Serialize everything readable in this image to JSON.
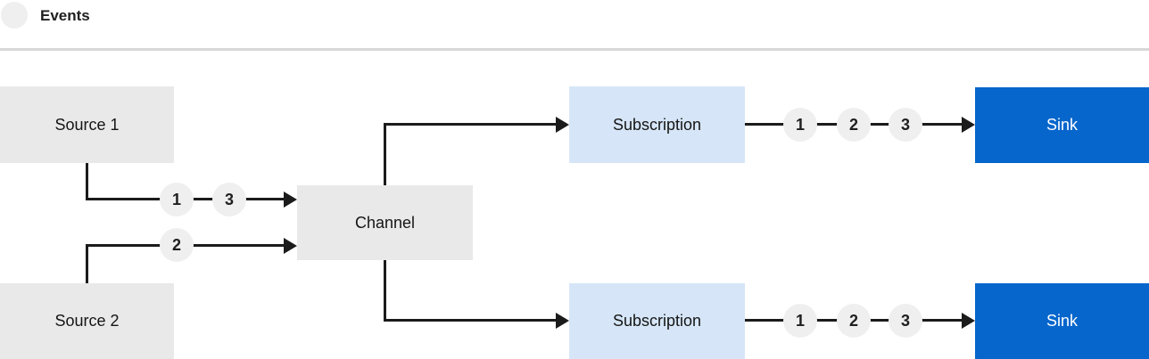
{
  "legend": {
    "label": "Events"
  },
  "colors": {
    "node_gray": "#e9e9e9",
    "subscription_blue": "#d6e6f8",
    "sink_blue": "#0666cc",
    "line_dark": "#1b1b1b",
    "event_circle_gray": "#efefef",
    "divider_gray": "#d8d8d8",
    "text_dark": "#151515",
    "sink_text": "#ffffff"
  },
  "nodes": {
    "source1": {
      "label": "Source 1"
    },
    "source2": {
      "label": "Source 2"
    },
    "channel": {
      "label": "Channel"
    },
    "subscription_top": {
      "label": "Subscription"
    },
    "subscription_bottom": {
      "label": "Subscription"
    },
    "sink_top": {
      "label": "Sink"
    },
    "sink_bottom": {
      "label": "Sink"
    }
  },
  "event_markers": {
    "source1_to_channel": [
      "1",
      "3"
    ],
    "source2_to_channel": [
      "2"
    ],
    "subscription_top_to_sink": [
      "1",
      "2",
      "3"
    ],
    "subscription_bottom_to_sink": [
      "1",
      "2",
      "3"
    ]
  }
}
